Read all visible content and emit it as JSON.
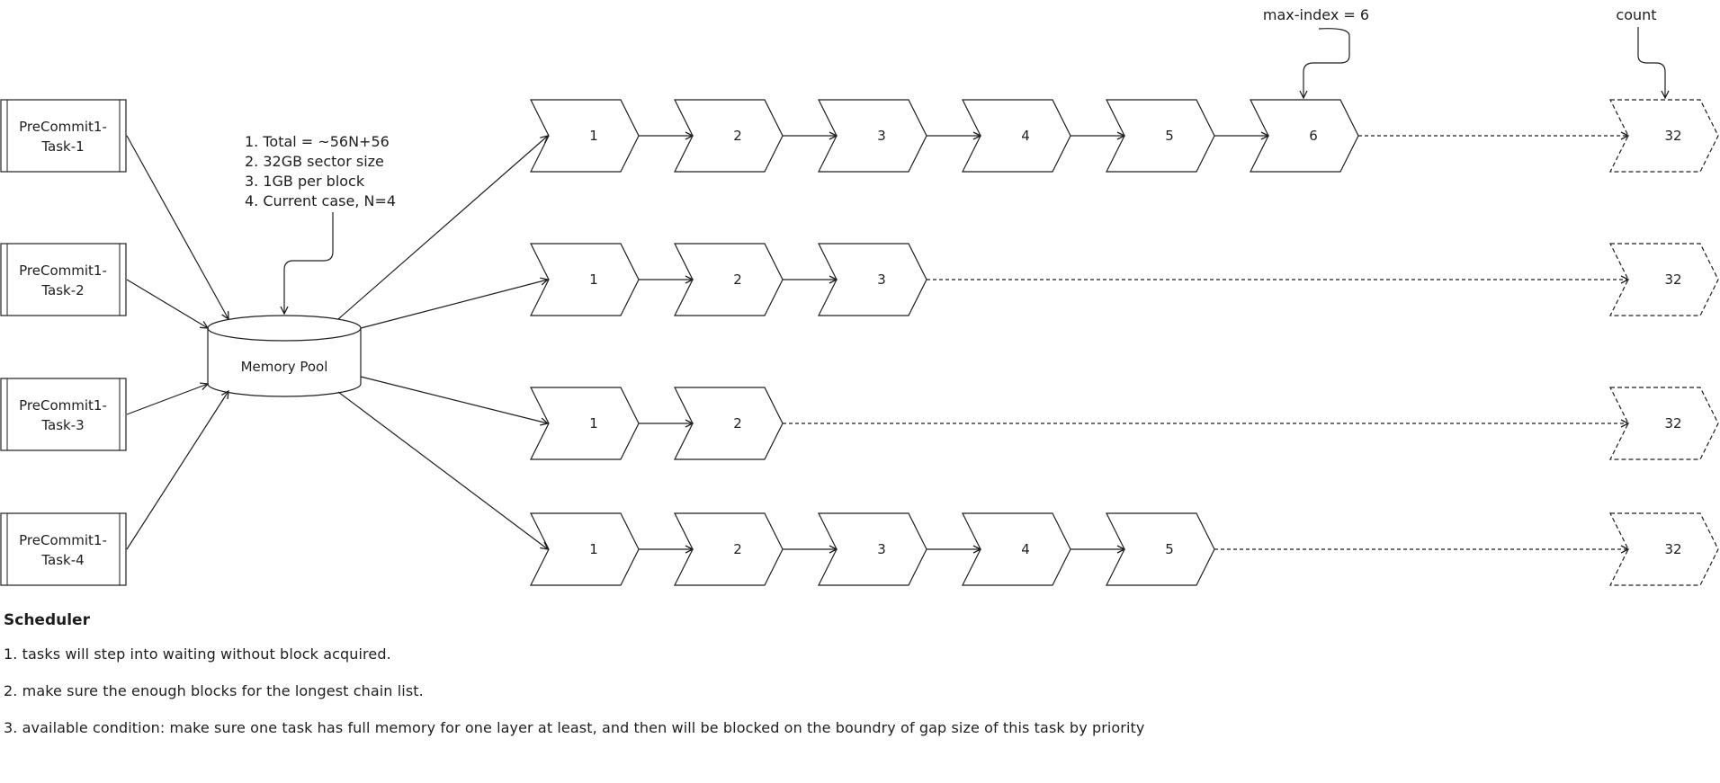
{
  "tasks": [
    {
      "label_line1": "PreCommit1-",
      "label_line2": "Task-1"
    },
    {
      "label_line1": "PreCommit1-",
      "label_line2": "Task-2"
    },
    {
      "label_line1": "PreCommit1-",
      "label_line2": "Task-3"
    },
    {
      "label_line1": "PreCommit1-",
      "label_line2": "Task-4"
    }
  ],
  "memory_pool": {
    "label": "Memory Pool"
  },
  "notes": [
    "1. Total = ~56N+56",
    "2. 32GB sector size",
    "3. 1GB per block",
    "4. Current case, N=4"
  ],
  "annotations": {
    "max_index": "max-index = 6",
    "count": "count"
  },
  "chains": [
    {
      "blocks": [
        "1",
        "2",
        "3",
        "4",
        "5",
        "6"
      ],
      "last": "32"
    },
    {
      "blocks": [
        "1",
        "2",
        "3"
      ],
      "last": "32"
    },
    {
      "blocks": [
        "1",
        "2"
      ],
      "last": "32"
    },
    {
      "blocks": [
        "1",
        "2",
        "3",
        "4",
        "5"
      ],
      "last": "32"
    }
  ],
  "scheduler": {
    "title": "Scheduler",
    "lines": [
      "1. tasks will step into waiting without block acquired.",
      "2. make sure the enough blocks for the longest chain list.",
      "3. available condition: make sure one task has full memory for one layer at least, and then will be blocked on the boundry of gap size of this task by priority"
    ]
  },
  "colors": {
    "stroke": "#1e1e1e",
    "background": "#ffffff"
  }
}
